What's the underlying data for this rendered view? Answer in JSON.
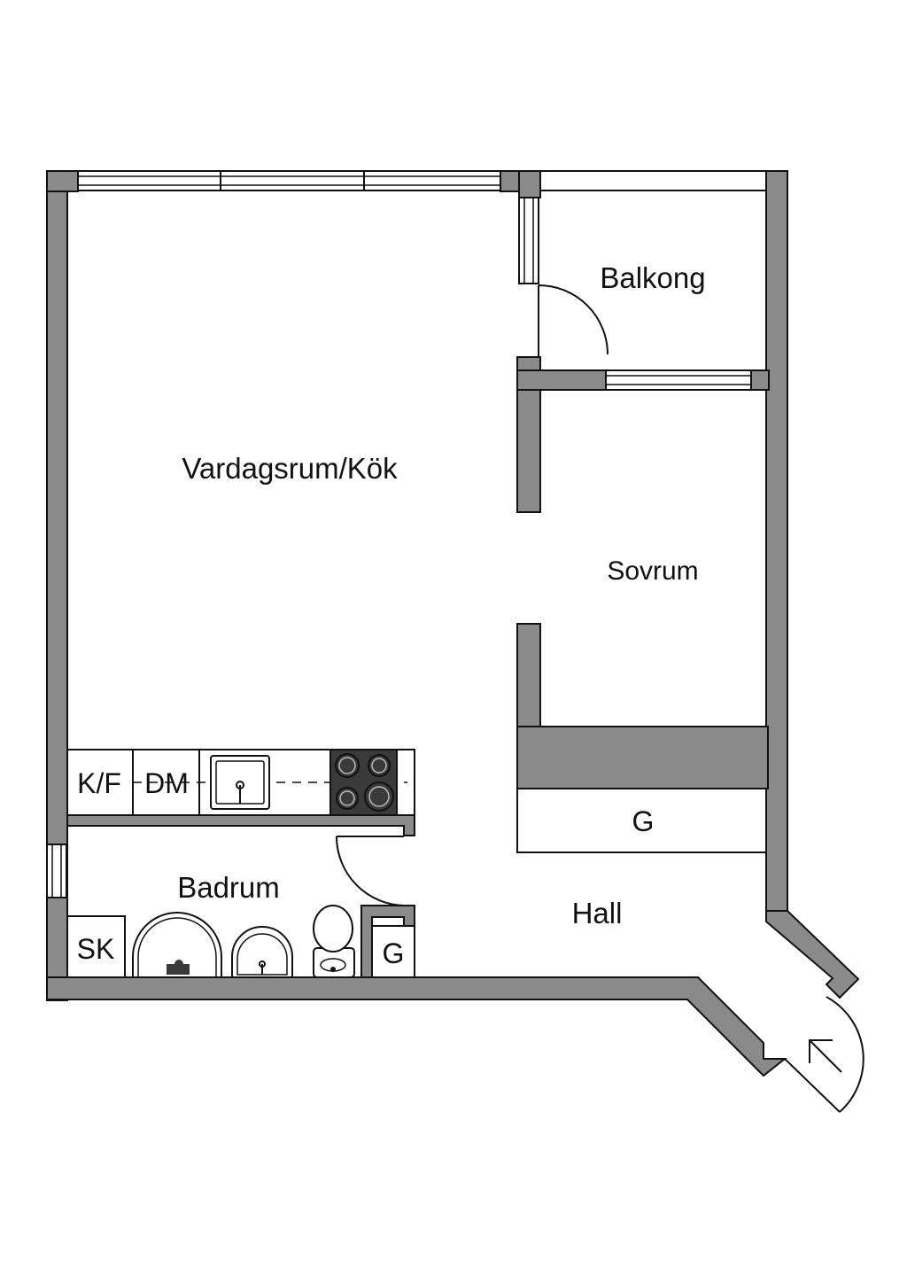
{
  "rooms": {
    "living_kitchen": "Vardagsrum/Kök",
    "balcony": "Balkong",
    "bedroom": "Sovrum",
    "bathroom": "Badrum",
    "hall": "Hall"
  },
  "fixtures": {
    "fridge_freezer": "K/F",
    "dishwasher": "DM",
    "wardrobe_bedroom_hall": "G",
    "cleaning_cabinet": "SK",
    "wardrobe_hall": "G"
  },
  "icons": {
    "entrance": "entrance-arrow-icon",
    "stove": "stove-icon",
    "sink": "sink-icon",
    "toilet": "toilet-icon",
    "shower": "shower-icon",
    "washbasin": "washbasin-icon"
  },
  "colors": {
    "wall_fill": "#8a8a8a",
    "stove_fill": "#3a3a3a",
    "line": "#111111",
    "background": "#ffffff"
  }
}
